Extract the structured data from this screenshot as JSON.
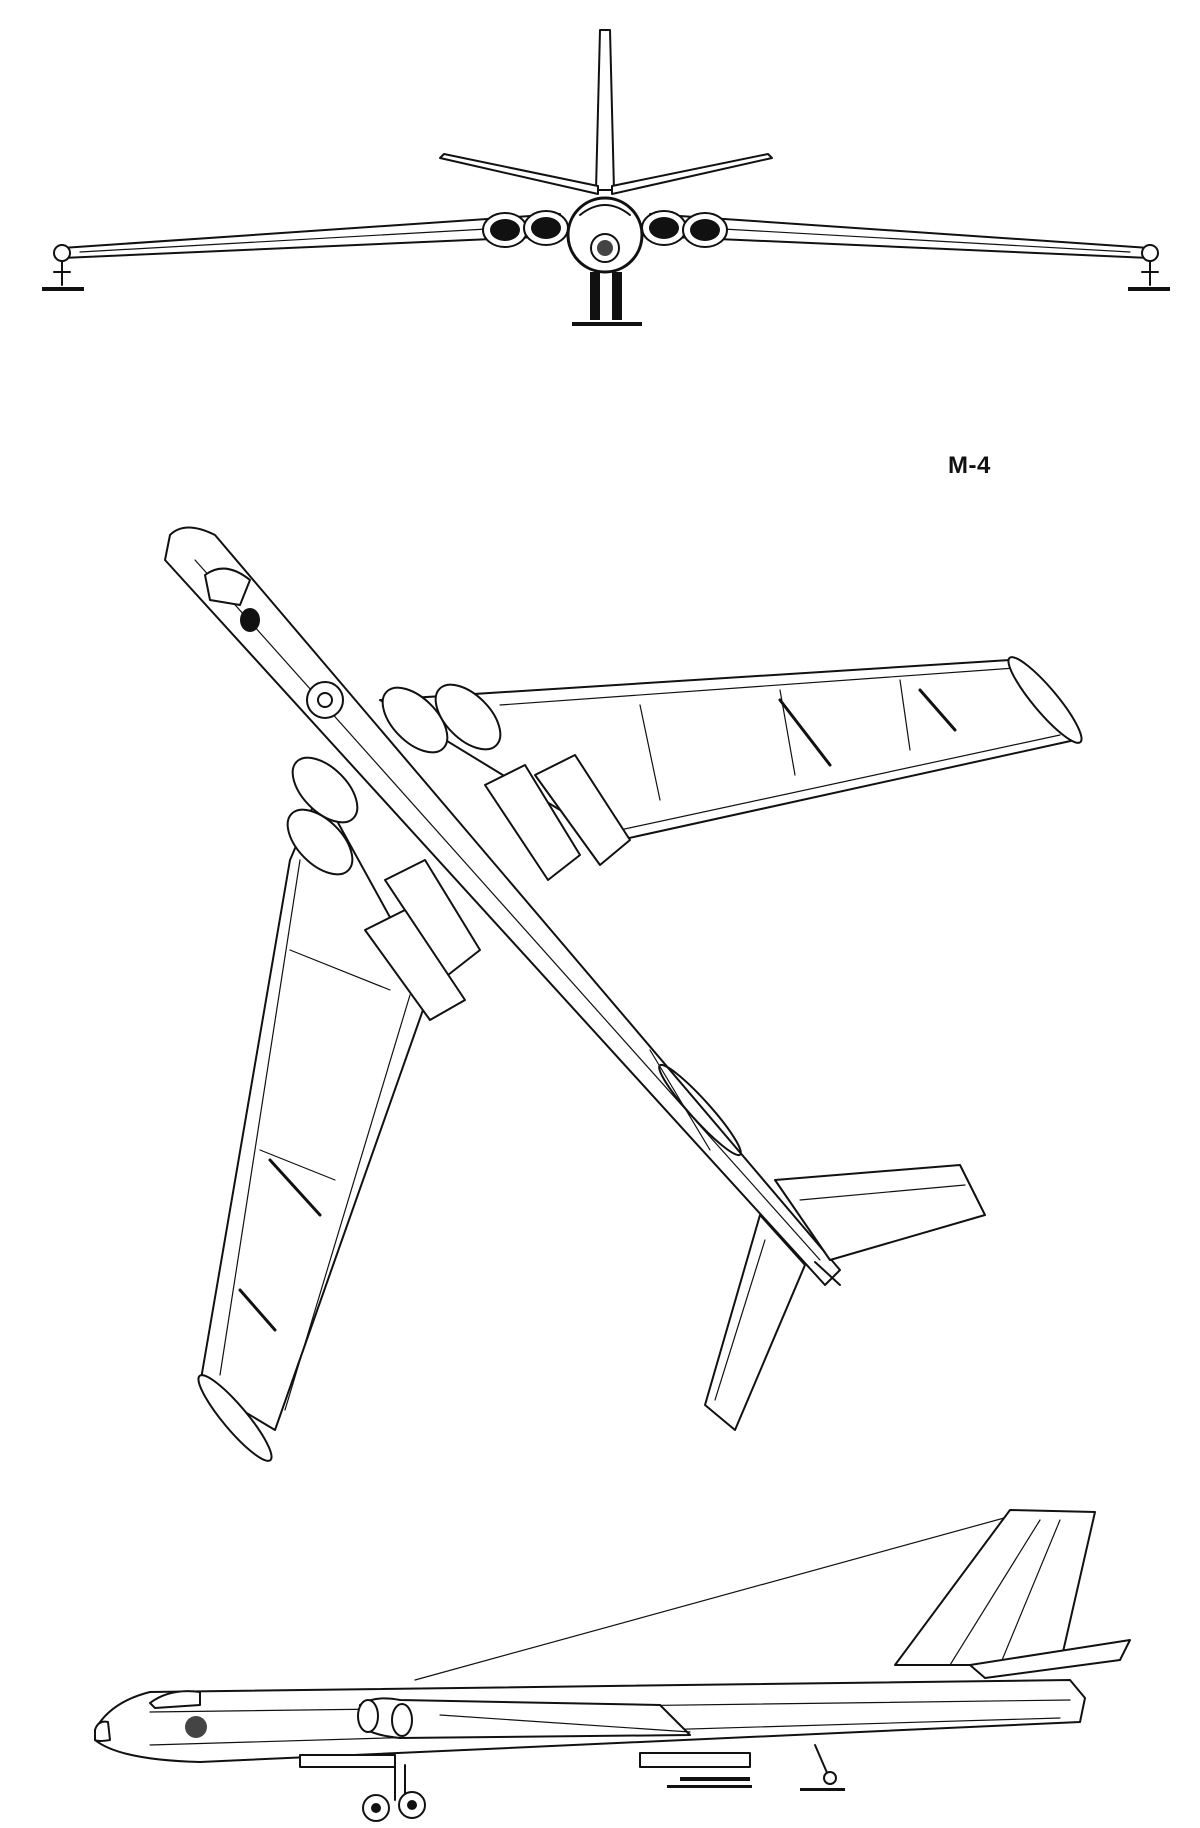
{
  "diagram": {
    "label": "M-4",
    "views": [
      "front-view",
      "plan-view",
      "side-view"
    ]
  }
}
